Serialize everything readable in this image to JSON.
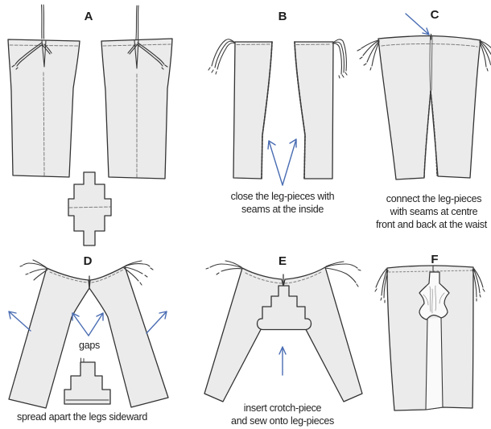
{
  "panels": {
    "a": {
      "label": "A"
    },
    "b": {
      "label": "B",
      "caption": [
        "close the leg-pieces with",
        "seams at the inside"
      ]
    },
    "c": {
      "label": "C",
      "caption": [
        "connect the leg-pieces",
        "with seams at centre",
        "front and back at the waist"
      ]
    },
    "d": {
      "label": "D",
      "gaps_label": "gaps",
      "caption": [
        "spread apart the legs sideward"
      ]
    },
    "e": {
      "label": "E",
      "caption": [
        "insert crotch-piece",
        "and sew onto leg-pieces"
      ]
    },
    "f": {
      "label": "F"
    }
  },
  "colors": {
    "garment_fill": "#ebebeb",
    "gusset_fill": "#fafafa",
    "outline": "#333333",
    "seam_dash": "#7d7d7d",
    "arrow_blue": "#4a6db3",
    "text": "#222222"
  }
}
